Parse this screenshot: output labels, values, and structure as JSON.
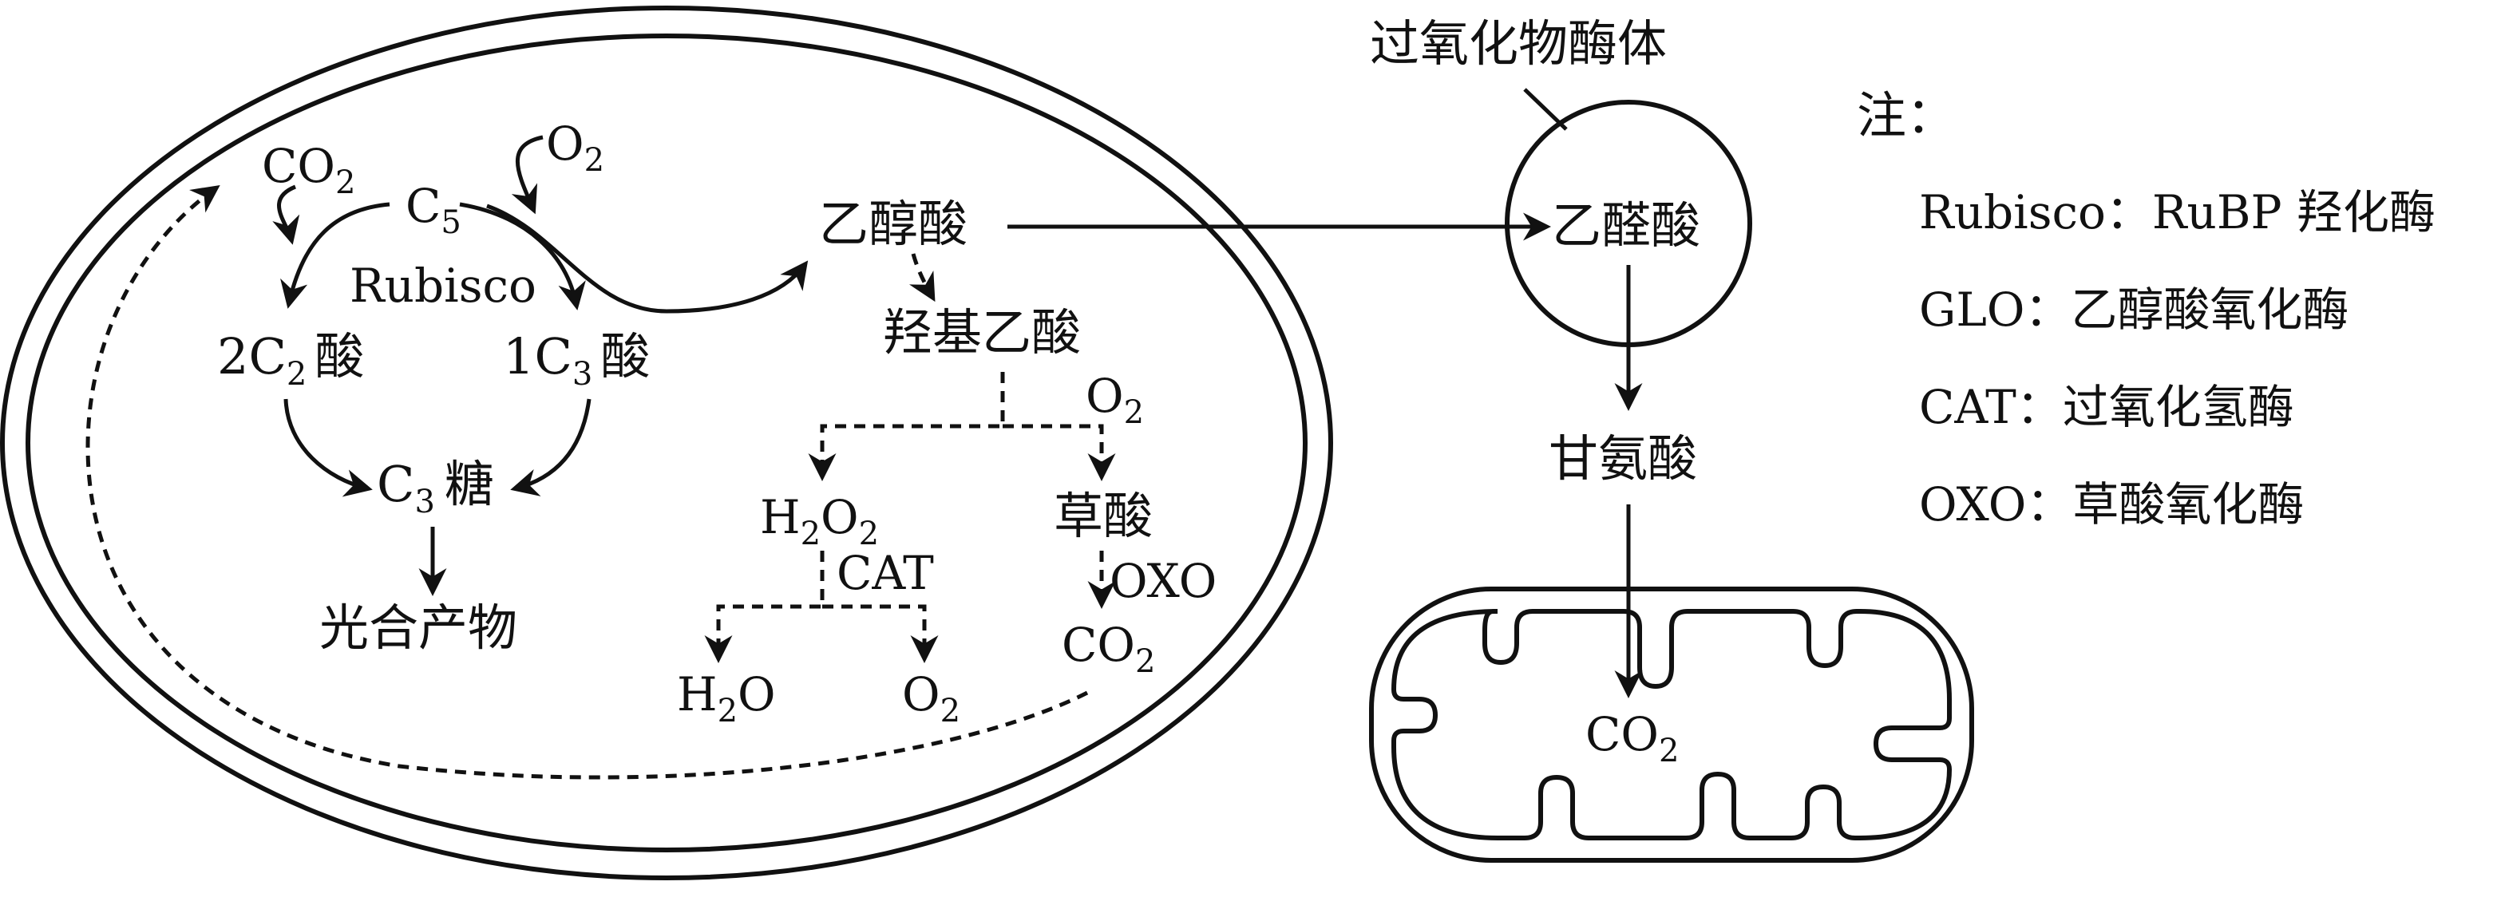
{
  "chloroplast": {
    "co2_left": "CO",
    "co2_left_sub": "2",
    "o2_top": "O",
    "o2_top_sub": "2",
    "c5": "C",
    "c5_sub": "5",
    "rubisco": "Rubisco",
    "c2_prefix": "2C",
    "c2_sub": "2",
    "c2_suffix": "酸",
    "c3acid_prefix": "1C",
    "c3acid_sub": "3",
    "c3acid_suffix": "酸",
    "c3sugar": "C",
    "c3sugar_sub": "3",
    "c3sugar_suffix": "糖",
    "product": "光合产物",
    "glycolate": "乙醇酸",
    "hydroxy": "羟基乙酸",
    "o2_mid": "O",
    "o2_mid_sub": "2",
    "h2o2_a": "H",
    "h2o2_a_sub": "2",
    "h2o2_b": "O",
    "h2o2_b_sub": "2",
    "oxalate": "草酸",
    "cat": "CAT",
    "oxo": "OXO",
    "h2o_a": "H",
    "h2o_a_sub": "2",
    "h2o_b": "O",
    "o2_bottom": "O",
    "o2_bottom_sub": "2",
    "co2_right": "CO",
    "co2_right_sub": "2"
  },
  "peroxisome": {
    "title": "过氧化物酶体",
    "glyoxylate": "乙醛酸"
  },
  "glycine": "甘氨酸",
  "mitochondrion": {
    "co2": "CO",
    "co2_sub": "2"
  },
  "legend": {
    "heading": "注：",
    "items": [
      "Rubisco：RuBP 羟化酶",
      "GLO：乙醇酸氧化酶",
      "CAT：过氧化氢酶",
      "OXO：草酸氧化酶"
    ]
  }
}
